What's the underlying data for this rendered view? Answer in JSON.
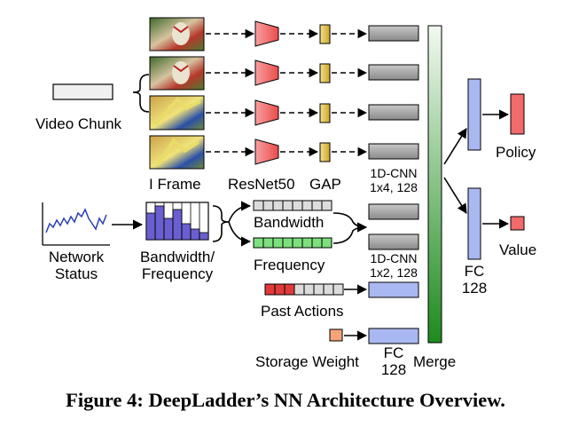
{
  "labels": {
    "video_chunk": "Video Chunk",
    "i_frame": "I Frame",
    "resnet50": "ResNet50",
    "gap": "GAP",
    "cnn_top_1": "1D-CNN",
    "cnn_top_2": "1x4, 128",
    "cnn_bottom_1": "1D-CNN",
    "cnn_bottom_2": "1x2, 128",
    "network_status_1": "Network",
    "network_status_2": "Status",
    "bw_freq_1": "Bandwidth/",
    "bw_freq_2": "Frequency",
    "bandwidth": "Bandwidth",
    "frequency": "Frequency",
    "past_actions": "Past Actions",
    "storage_weight": "Storage Weight",
    "fc_small_1": "FC",
    "fc_small_2": "128",
    "merge": "Merge",
    "fc_big_1": "FC",
    "fc_big_2": "128",
    "policy": "Policy",
    "value": "Value"
  },
  "caption": "Figure 4: DeepLadder’s NN Architecture Overview.",
  "colors": {
    "resnet": "#f26b6b",
    "gap": "#e6c452",
    "cnn": "#a0a0a0",
    "fc": "#aab8f2",
    "merge_top": "#f0f8ee",
    "merge_bottom": "#1e8a1e",
    "bandwidth_cells": "#d8d8d8",
    "frequency_cells": "#7de07d",
    "histogram": "#6a5fd0",
    "past_action_red": "#e03a3a",
    "storage": "#f5a57a",
    "output": "#f26b6b"
  },
  "icons": [
    "frame-thumbnail-icon",
    "network-sparkline-icon",
    "histogram-icon"
  ]
}
